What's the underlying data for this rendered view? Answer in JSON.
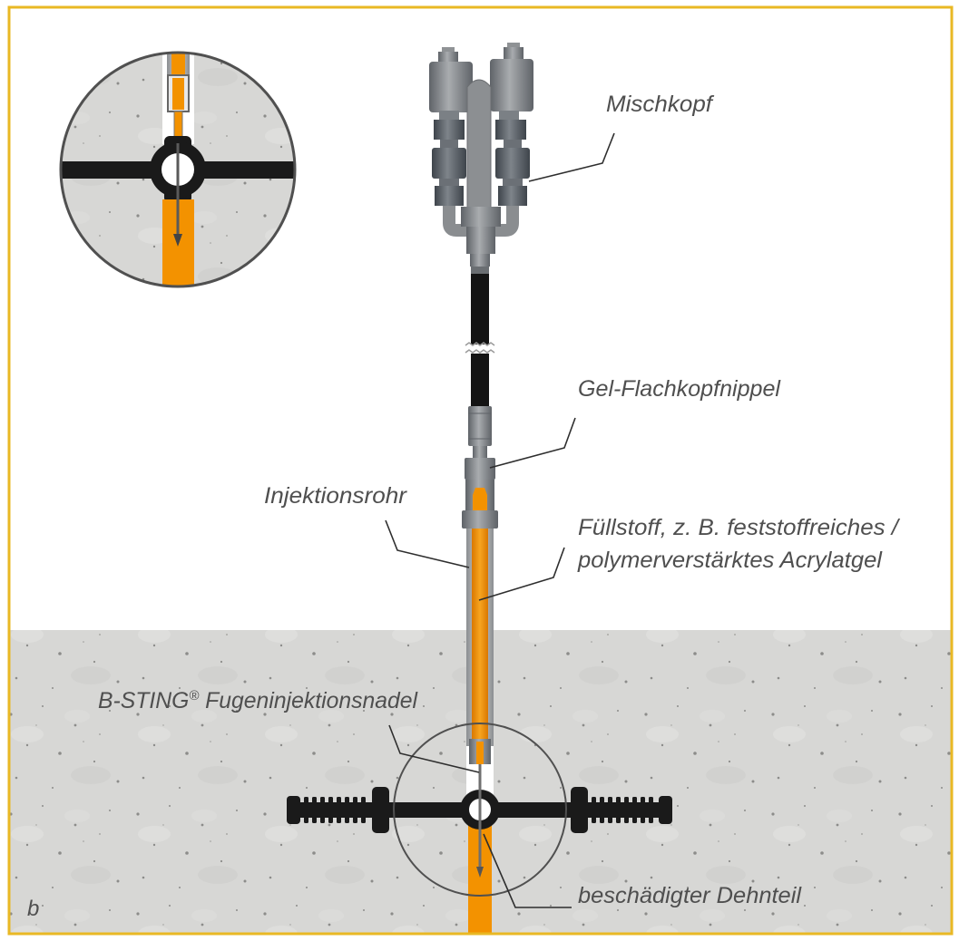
{
  "figure_letter": "b",
  "labels": {
    "mischkopf": "Mischkopf",
    "nippel": "Gel-Flachkopfnippel",
    "rohr": "Injektionsrohr",
    "fuellstoff_line1": "Füllstoff, z. B. feststoffreiches /",
    "fuellstoff_line2": "polymerverstärktes Acrylatgel",
    "nadel": {
      "prefix": "B-STING",
      "mark": "®",
      "suffix": " Fugeninjektionsnadel"
    },
    "dehnteil": "beschädigter Dehnteil"
  },
  "colors": {
    "frame": "#e9b824",
    "orange": "#f39200",
    "concrete": "#d7d7d5",
    "label": "#4f4f4f",
    "waterstop": "#1a1a1a",
    "outline": "#505050"
  }
}
